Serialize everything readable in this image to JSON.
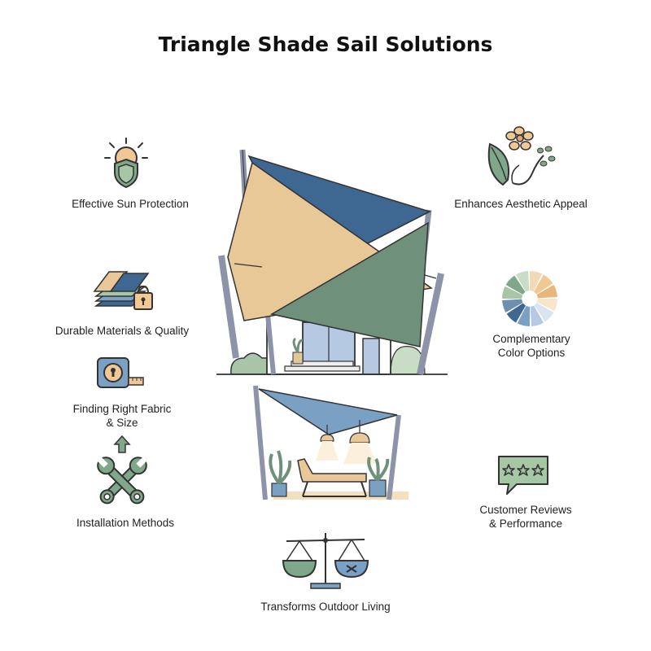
{
  "title": "Triangle Shade Sail Solutions",
  "features": {
    "sun_protection": "Effective Sun Protection",
    "durable_materials": "Durable Materials & Quality",
    "fabric_size_1": "Finding Right Fabric",
    "fabric_size_2": "& Size",
    "installation": "Installation Methods",
    "aesthetic": "Enhances Aesthetic Appeal",
    "color_1": "Complementary",
    "color_2": "Color Options",
    "reviews_1": "Customer Reviews",
    "reviews_2": "& Performance",
    "outdoor_living": "Transforms Outdoor Living"
  },
  "colors": {
    "sail_blue": "#3e6791",
    "sail_tan": "#e9c897",
    "sail_green": "#6f917b",
    "sail_light_blue": "#7aa1c4",
    "pole": "#8d93a8",
    "shrub": "#a9c5a8"
  },
  "icons": [
    "sun-shield-icon",
    "fabric-swatch-lock-icon",
    "tape-measure-icon",
    "wrench-arrow-icon",
    "flower-leaf-icon",
    "color-wheel-icon",
    "review-stars-icon",
    "balance-scale-icon"
  ]
}
